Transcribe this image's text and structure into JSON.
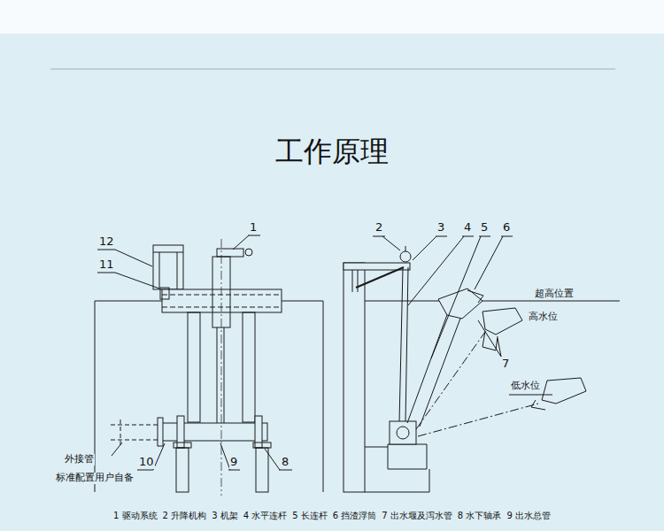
{
  "diagram": {
    "title": "工作原理",
    "labels": [
      "1",
      "12",
      "11",
      "10",
      "9",
      "8",
      "2",
      "3",
      "4",
      "5",
      "6",
      "7",
      "外接管",
      "标准配置用户自备",
      "超高位置",
      "高水位",
      "低水位",
      "1 驱动系统",
      "2 升降机构",
      "3 机架",
      "4 水平连杆",
      "5 长连杆",
      "6 挡渣浮筒",
      "7 出水堰及泻水管",
      "8 水下轴承",
      "9 出水总管"
    ]
  }
}
